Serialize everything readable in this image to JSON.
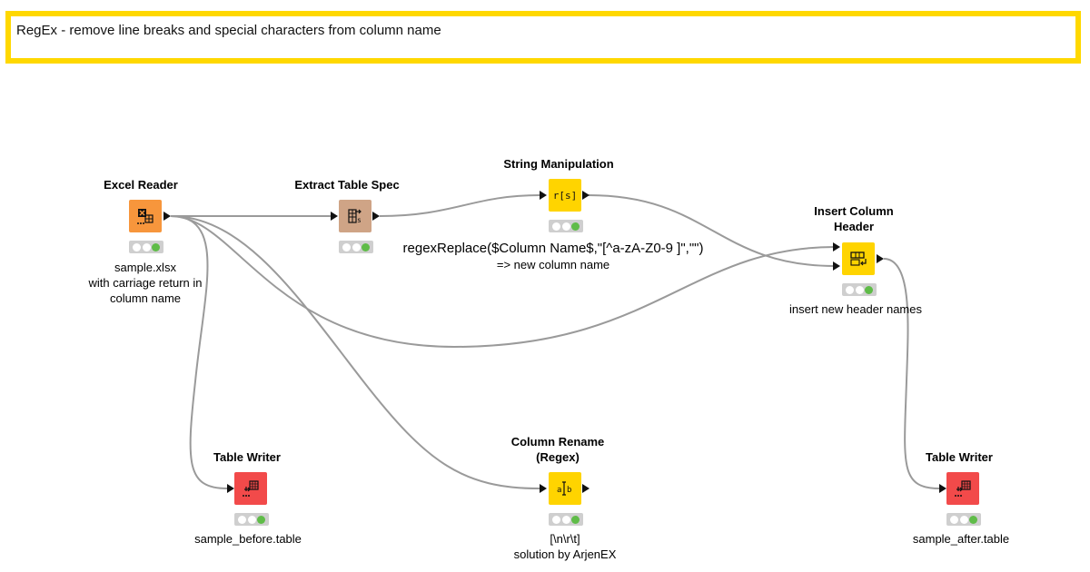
{
  "annotation": {
    "text": "RegEx - remove line breaks and special characters from column name"
  },
  "nodes": {
    "excel_reader": {
      "title": "Excel Reader",
      "label_lines": [
        "sample.xlsx",
        "with carriage return in",
        "column name"
      ],
      "color": "#f7963c"
    },
    "extract_table_spec": {
      "title": "Extract Table Spec",
      "color": "#cfa486"
    },
    "string_manipulation": {
      "title": "String Manipulation",
      "color": "#ffd400",
      "icon_text": "r[s]"
    },
    "insert_column_header": {
      "title_lines": [
        "Insert Column",
        "Header"
      ],
      "label": "insert new header names",
      "color": "#ffd400"
    },
    "table_writer_before": {
      "title": "Table Writer",
      "label": "sample_before.table",
      "color": "#f24a4a"
    },
    "column_rename_regex": {
      "title_lines": [
        "Column Rename",
        "(Regex)"
      ],
      "label_lines": [
        "[\\n\\r\\t]",
        "solution by ArjenEX"
      ],
      "color": "#ffd400"
    },
    "table_writer_after": {
      "title": "Table Writer",
      "label": "sample_after.table",
      "color": "#f24a4a"
    }
  },
  "formula": {
    "expression": "regexReplace($Column Name$,\"[^a-zA-Z0-9 ]\",\"\")",
    "note": "=> new column name"
  },
  "colors": {
    "edge": "#9a9a9a",
    "port": "#111111",
    "status_bg": "#cfcfcf",
    "status_ok": "#5fbc48"
  },
  "icons": {
    "excel_reader": "excel-reader-icon",
    "extract_table_spec": "table-spec-icon",
    "string_manipulation": "string-manipulation-icon",
    "insert_column_header": "insert-header-icon",
    "table_writer": "table-writer-icon",
    "column_rename_regex": "column-rename-icon"
  }
}
